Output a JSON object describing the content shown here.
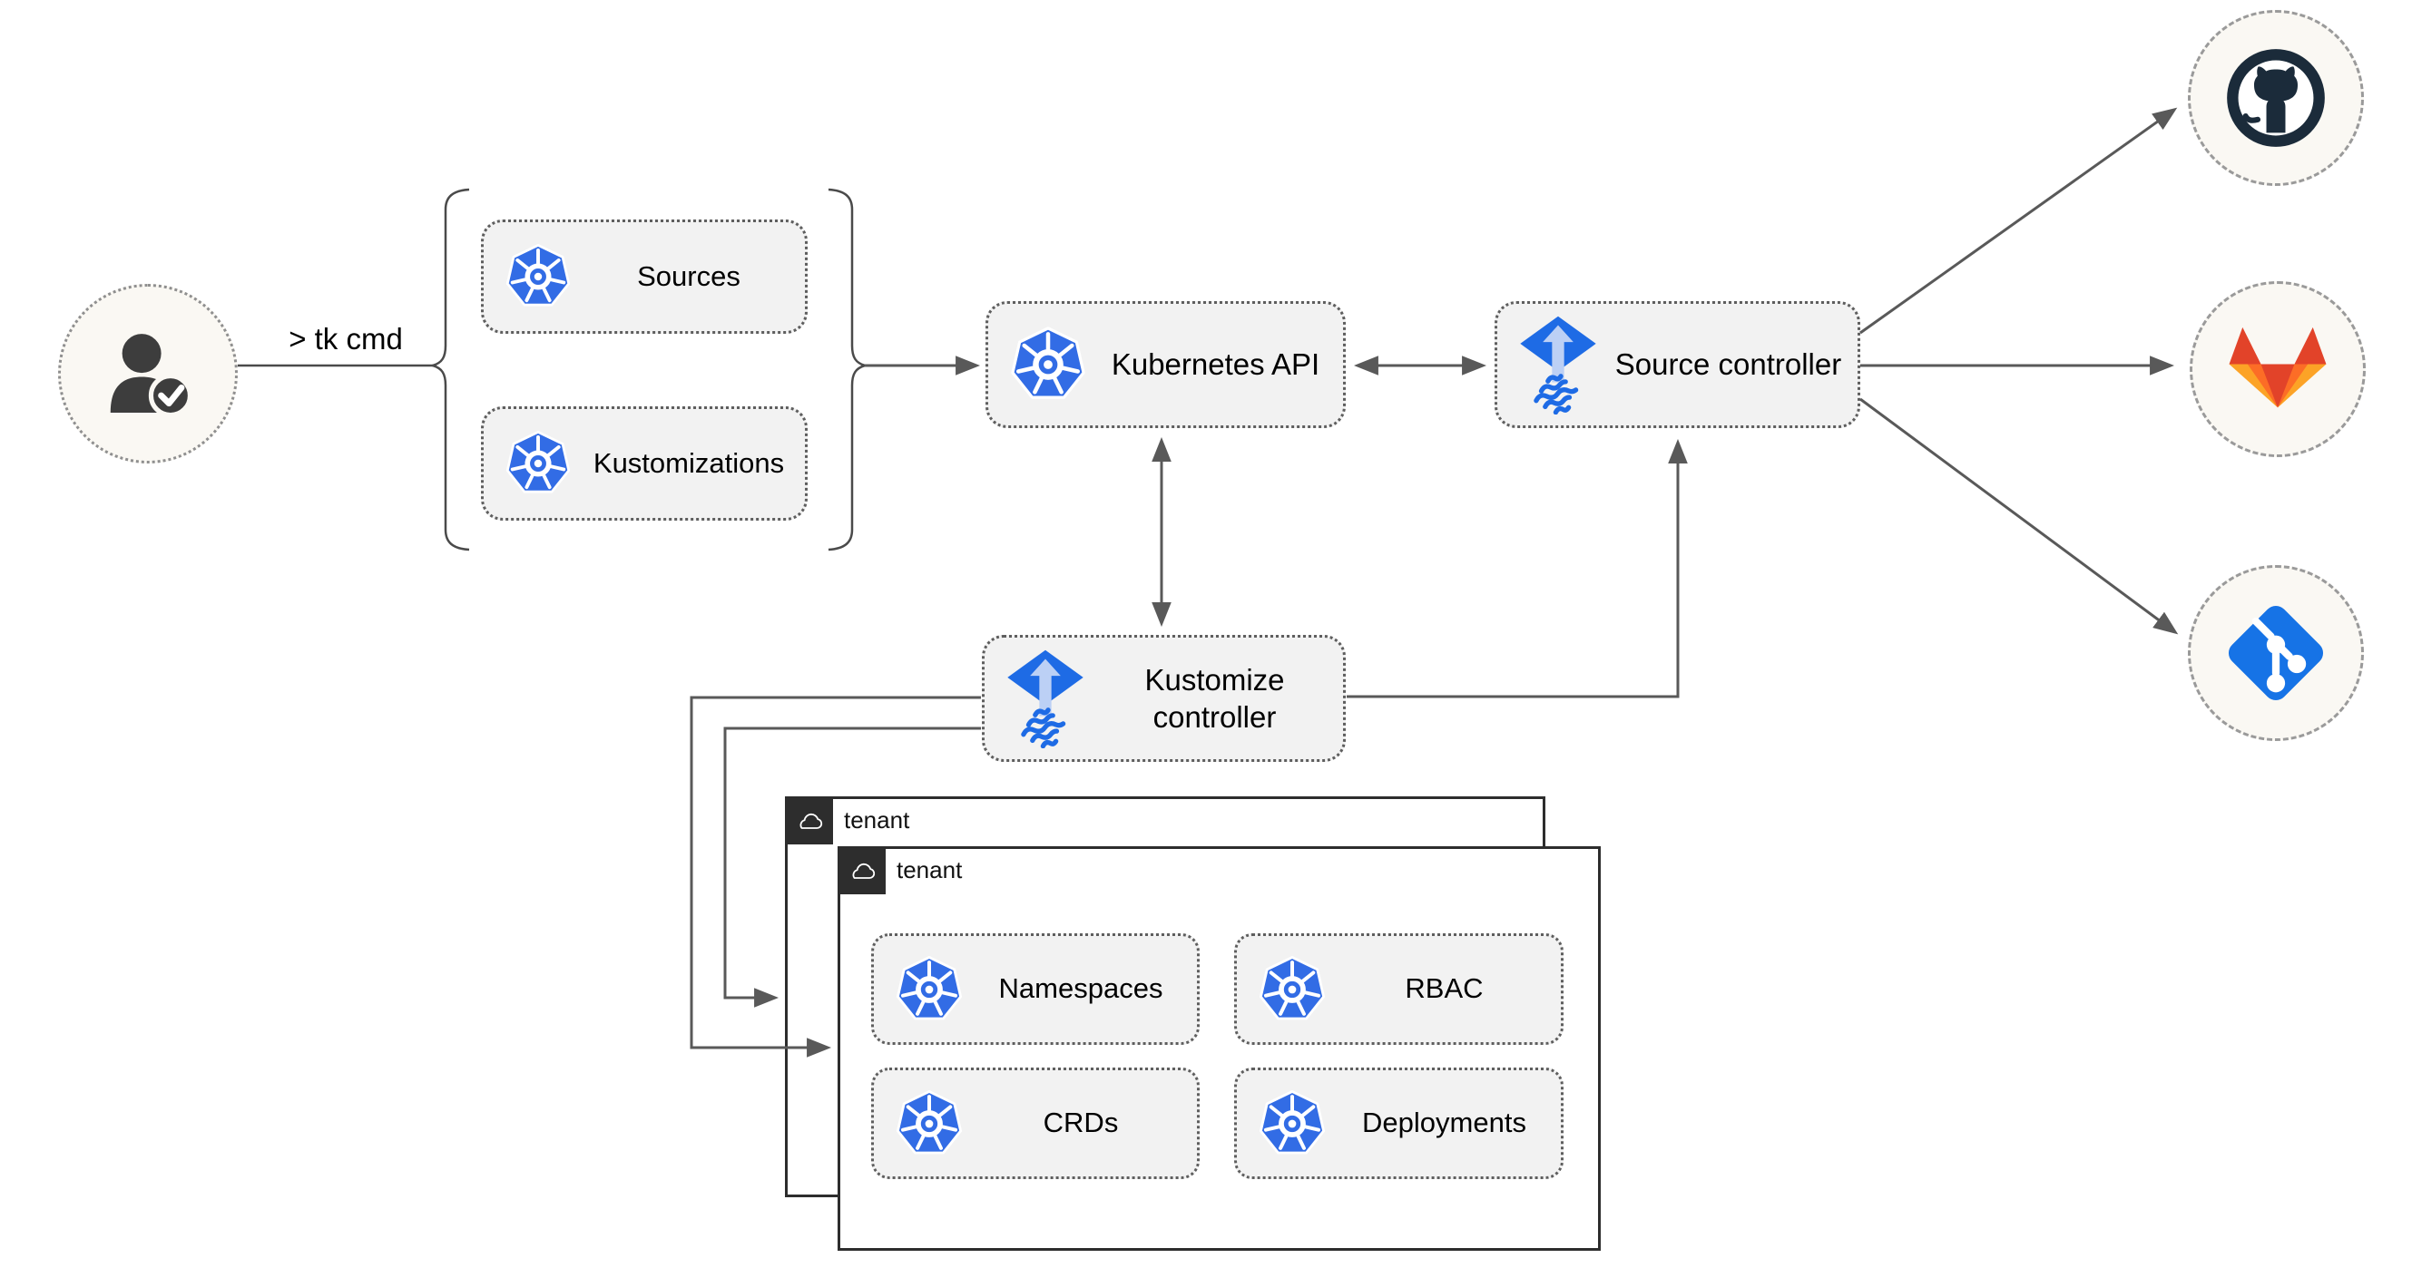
{
  "diagram": {
    "user": {
      "cli_label": "> tk cmd"
    },
    "group": {
      "items": [
        {
          "label": "Sources"
        },
        {
          "label": "Kustomizations"
        }
      ]
    },
    "kubernetes_api": {
      "label": "Kubernetes API"
    },
    "source_controller": {
      "label": "Source controller"
    },
    "kustomize_controller": {
      "label": "Kustomize controller"
    },
    "tenants": [
      {
        "label": "tenant"
      },
      {
        "label": "tenant",
        "resources": [
          {
            "label": "Namespaces"
          },
          {
            "label": "RBAC"
          },
          {
            "label": "CRDs"
          },
          {
            "label": "Deployments"
          }
        ]
      }
    ],
    "git_providers": [
      {
        "icon": "github-icon"
      },
      {
        "icon": "gitlab-icon"
      },
      {
        "icon": "git-icon"
      }
    ],
    "edges": [
      {
        "from": "user",
        "to": "crd-group",
        "style": "plain"
      },
      {
        "from": "crd-group",
        "to": "kubernetes-api",
        "style": "arrow"
      },
      {
        "from": "kubernetes-api",
        "to": "source-controller",
        "style": "double-arrow"
      },
      {
        "from": "kubernetes-api",
        "to": "kustomize-controller",
        "style": "double-arrow"
      },
      {
        "from": "kustomize-controller",
        "to": "source-controller",
        "style": "arrow"
      },
      {
        "from": "kustomize-controller",
        "to": "tenant-1",
        "style": "arrow"
      },
      {
        "from": "kustomize-controller",
        "to": "tenant-2",
        "style": "arrow"
      },
      {
        "from": "source-controller",
        "to": "github",
        "style": "arrow"
      },
      {
        "from": "source-controller",
        "to": "gitlab",
        "style": "arrow"
      },
      {
        "from": "source-controller",
        "to": "git",
        "style": "arrow"
      }
    ],
    "colors": {
      "kubernetes_blue": "#326CE5",
      "flux_blue": "#1E6BE5",
      "node_fill": "#F2F2F2",
      "circle_fill": "#FAF8F3",
      "connector_gray": "#595959",
      "tenant_dark": "#2D2D2D",
      "github_dark": "#1B2B3A",
      "gitlab_red": "#E24329",
      "gitlab_orange": "#FC6D26",
      "gitlab_light_orange": "#FCA326",
      "git_blue": "#1673E6"
    }
  }
}
